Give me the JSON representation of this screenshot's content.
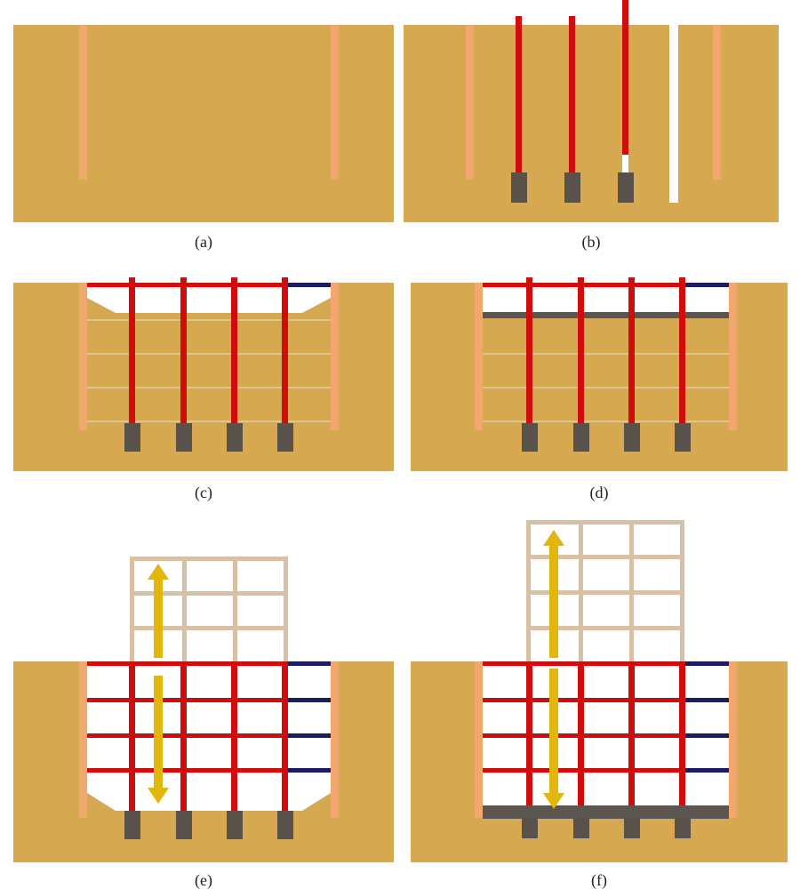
{
  "panels": [
    {
      "id": "a",
      "caption": "(a)"
    },
    {
      "id": "b",
      "caption": "(b)"
    },
    {
      "id": "c",
      "caption": "(c)"
    },
    {
      "id": "d",
      "caption": "(d)"
    },
    {
      "id": "e",
      "caption": "(e)"
    },
    {
      "id": "f",
      "caption": "(f)"
    }
  ],
  "colors": {
    "soil": "#d6a951",
    "diaphragm_wall": "#f2a76e",
    "steel_column": "#d00d0d",
    "pile": "#59524a",
    "floor_slab_new": "#1b1d63",
    "raft": "#5b5650",
    "upper_frame": "#d8c0a4",
    "arrow": "#e2b60c",
    "berm_line": "#e0cfa8",
    "white": "#ffffff"
  }
}
